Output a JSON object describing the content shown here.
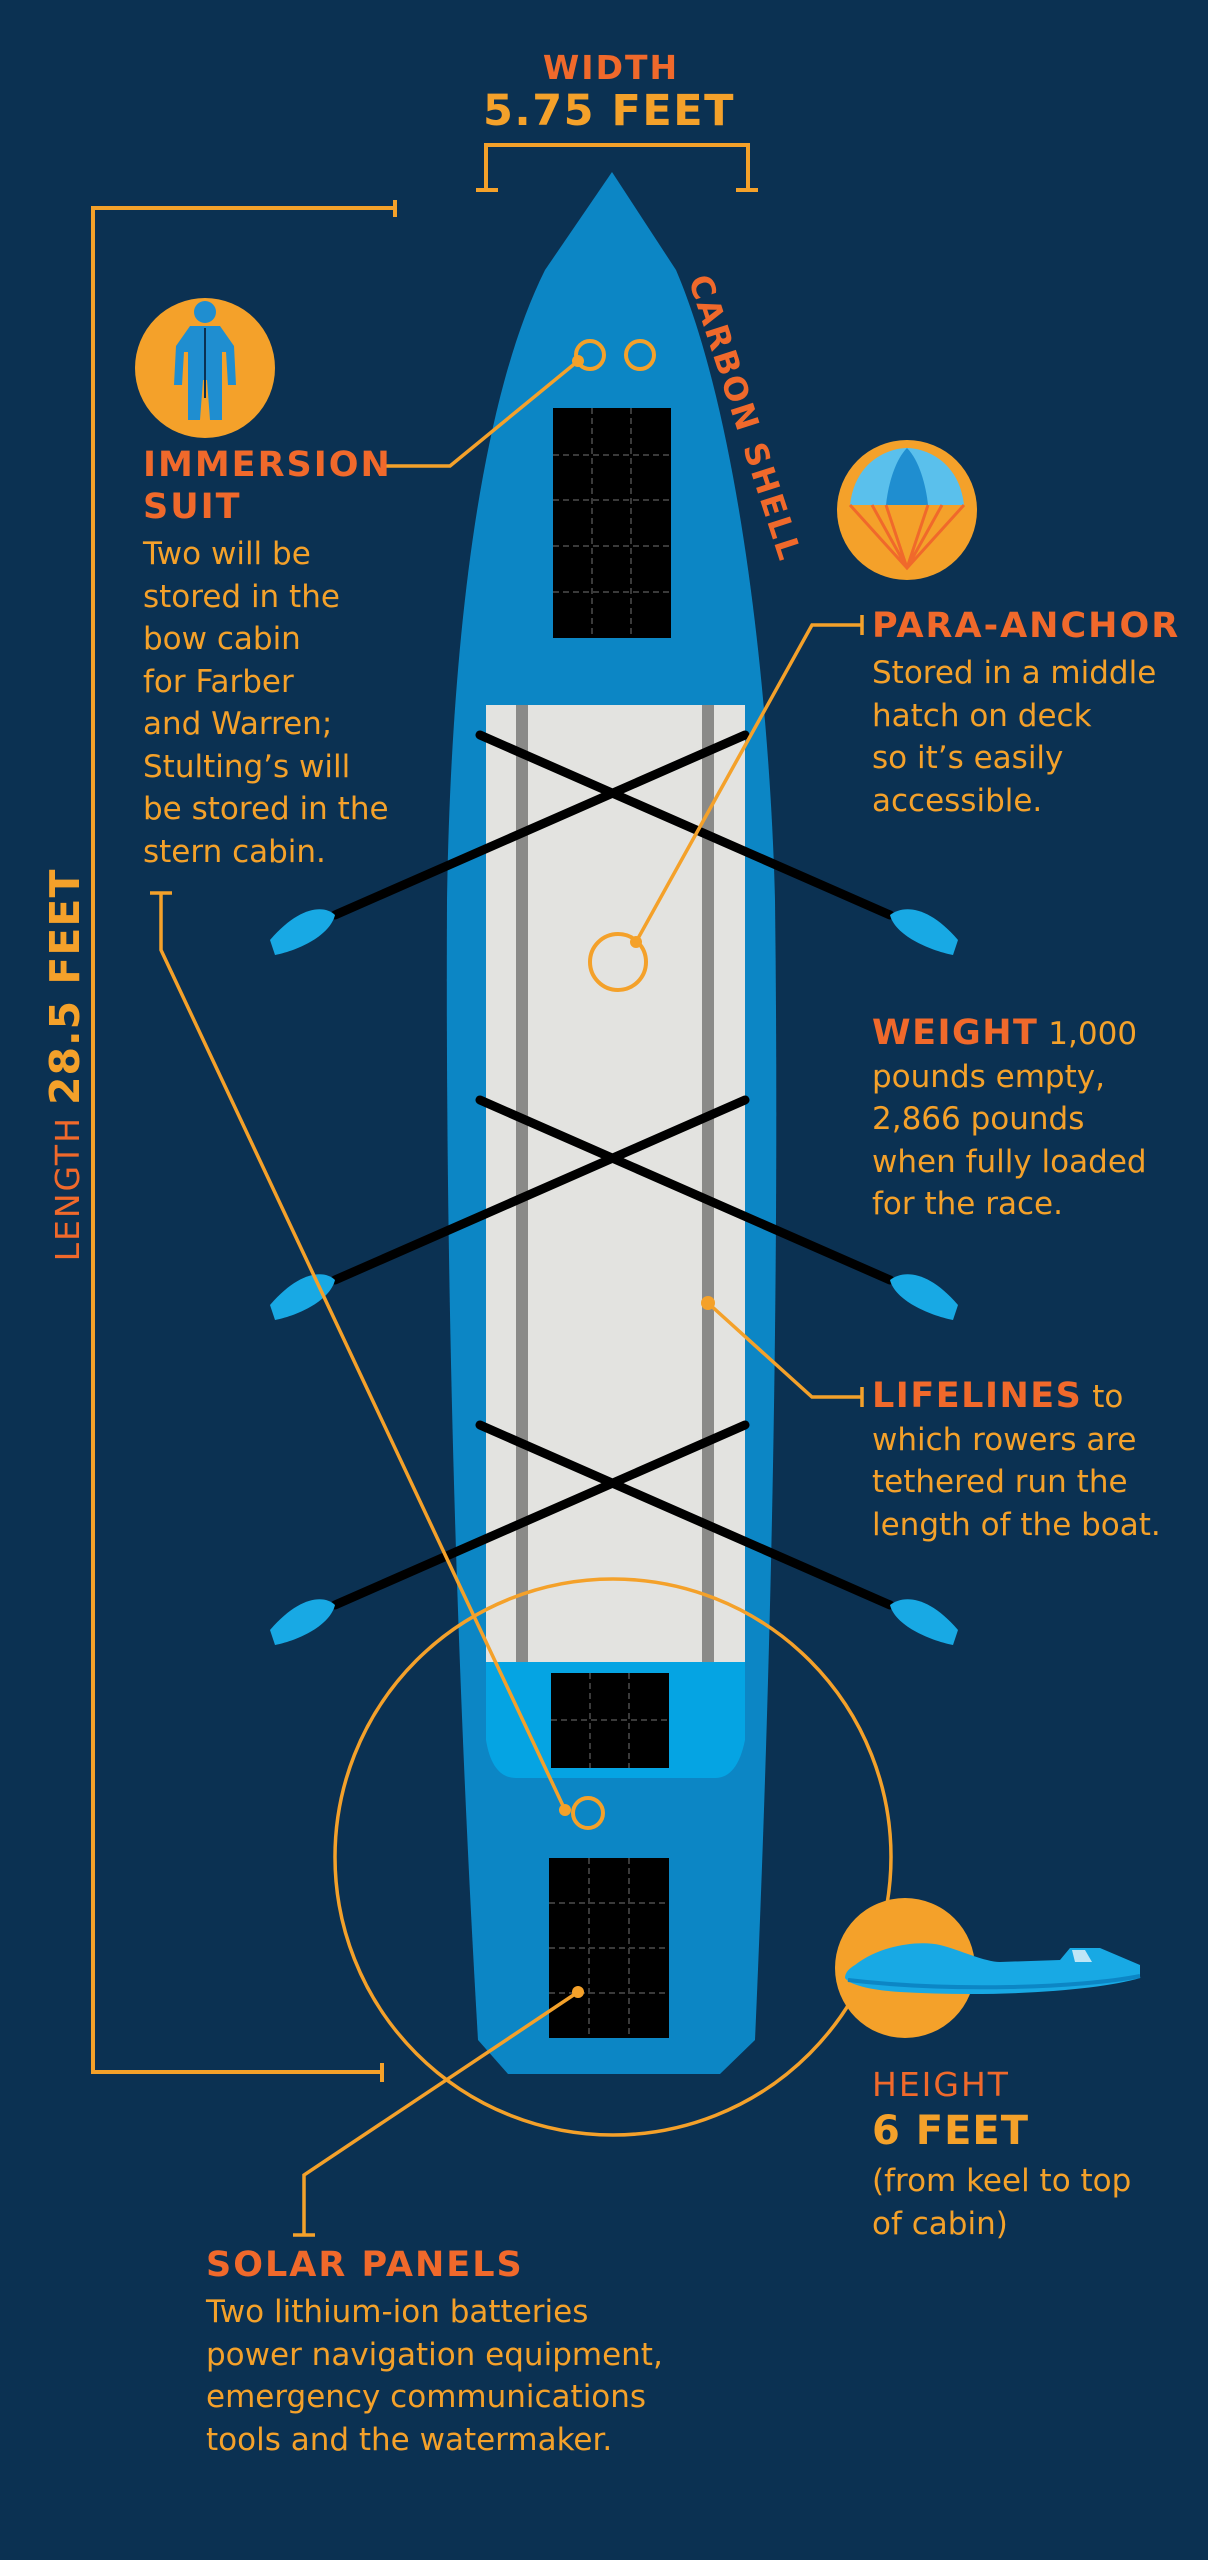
{
  "colors": {
    "background": "#0b3152",
    "hull": "#0c86c5",
    "deck": "#e3e3e0",
    "accent_orange": "#f0692b",
    "accent_gold": "#f4a12a",
    "solar_panel": "#000000",
    "oar": "#18a9e4"
  },
  "width": {
    "label": "WIDTH",
    "value": "5.75 FEET"
  },
  "length": {
    "label": "LENGTH",
    "value": "28.5 FEET"
  },
  "carbon_shell": "CARBON SHELL",
  "immersion_suit": {
    "icon": "immersion-suit-icon",
    "title_line1": "IMMERSION",
    "title_line2": "SUIT",
    "lines": [
      "Two will be",
      "stored in the",
      "bow cabin",
      "for Farber",
      "and Warren;",
      "Stulting’s will",
      "be stored in the",
      "stern cabin."
    ]
  },
  "para_anchor": {
    "icon": "parachute-icon",
    "title": "PARA-ANCHOR",
    "lines": [
      "Stored in a middle",
      "hatch on deck",
      "so it’s easily",
      "accessible."
    ]
  },
  "weight": {
    "title": "WEIGHT",
    "first_line_rest": " 1,000",
    "lines": [
      "pounds empty,",
      "2,866 pounds",
      "when fully loaded",
      "for the race."
    ]
  },
  "lifelines": {
    "title": "LIFELINES",
    "first_line_rest": " to",
    "lines": [
      "which rowers are",
      "tethered run the",
      "length of the boat."
    ]
  },
  "height": {
    "icon": "boat-side-icon",
    "label": "HEIGHT",
    "value": "6 FEET",
    "lines": [
      "(from keel to top",
      "of cabin)"
    ]
  },
  "solar_panels": {
    "title": "SOLAR PANELS",
    "lines": [
      "Two lithium-ion batteries",
      "power navigation equipment,",
      "emergency communications",
      "tools and the watermaker."
    ]
  }
}
